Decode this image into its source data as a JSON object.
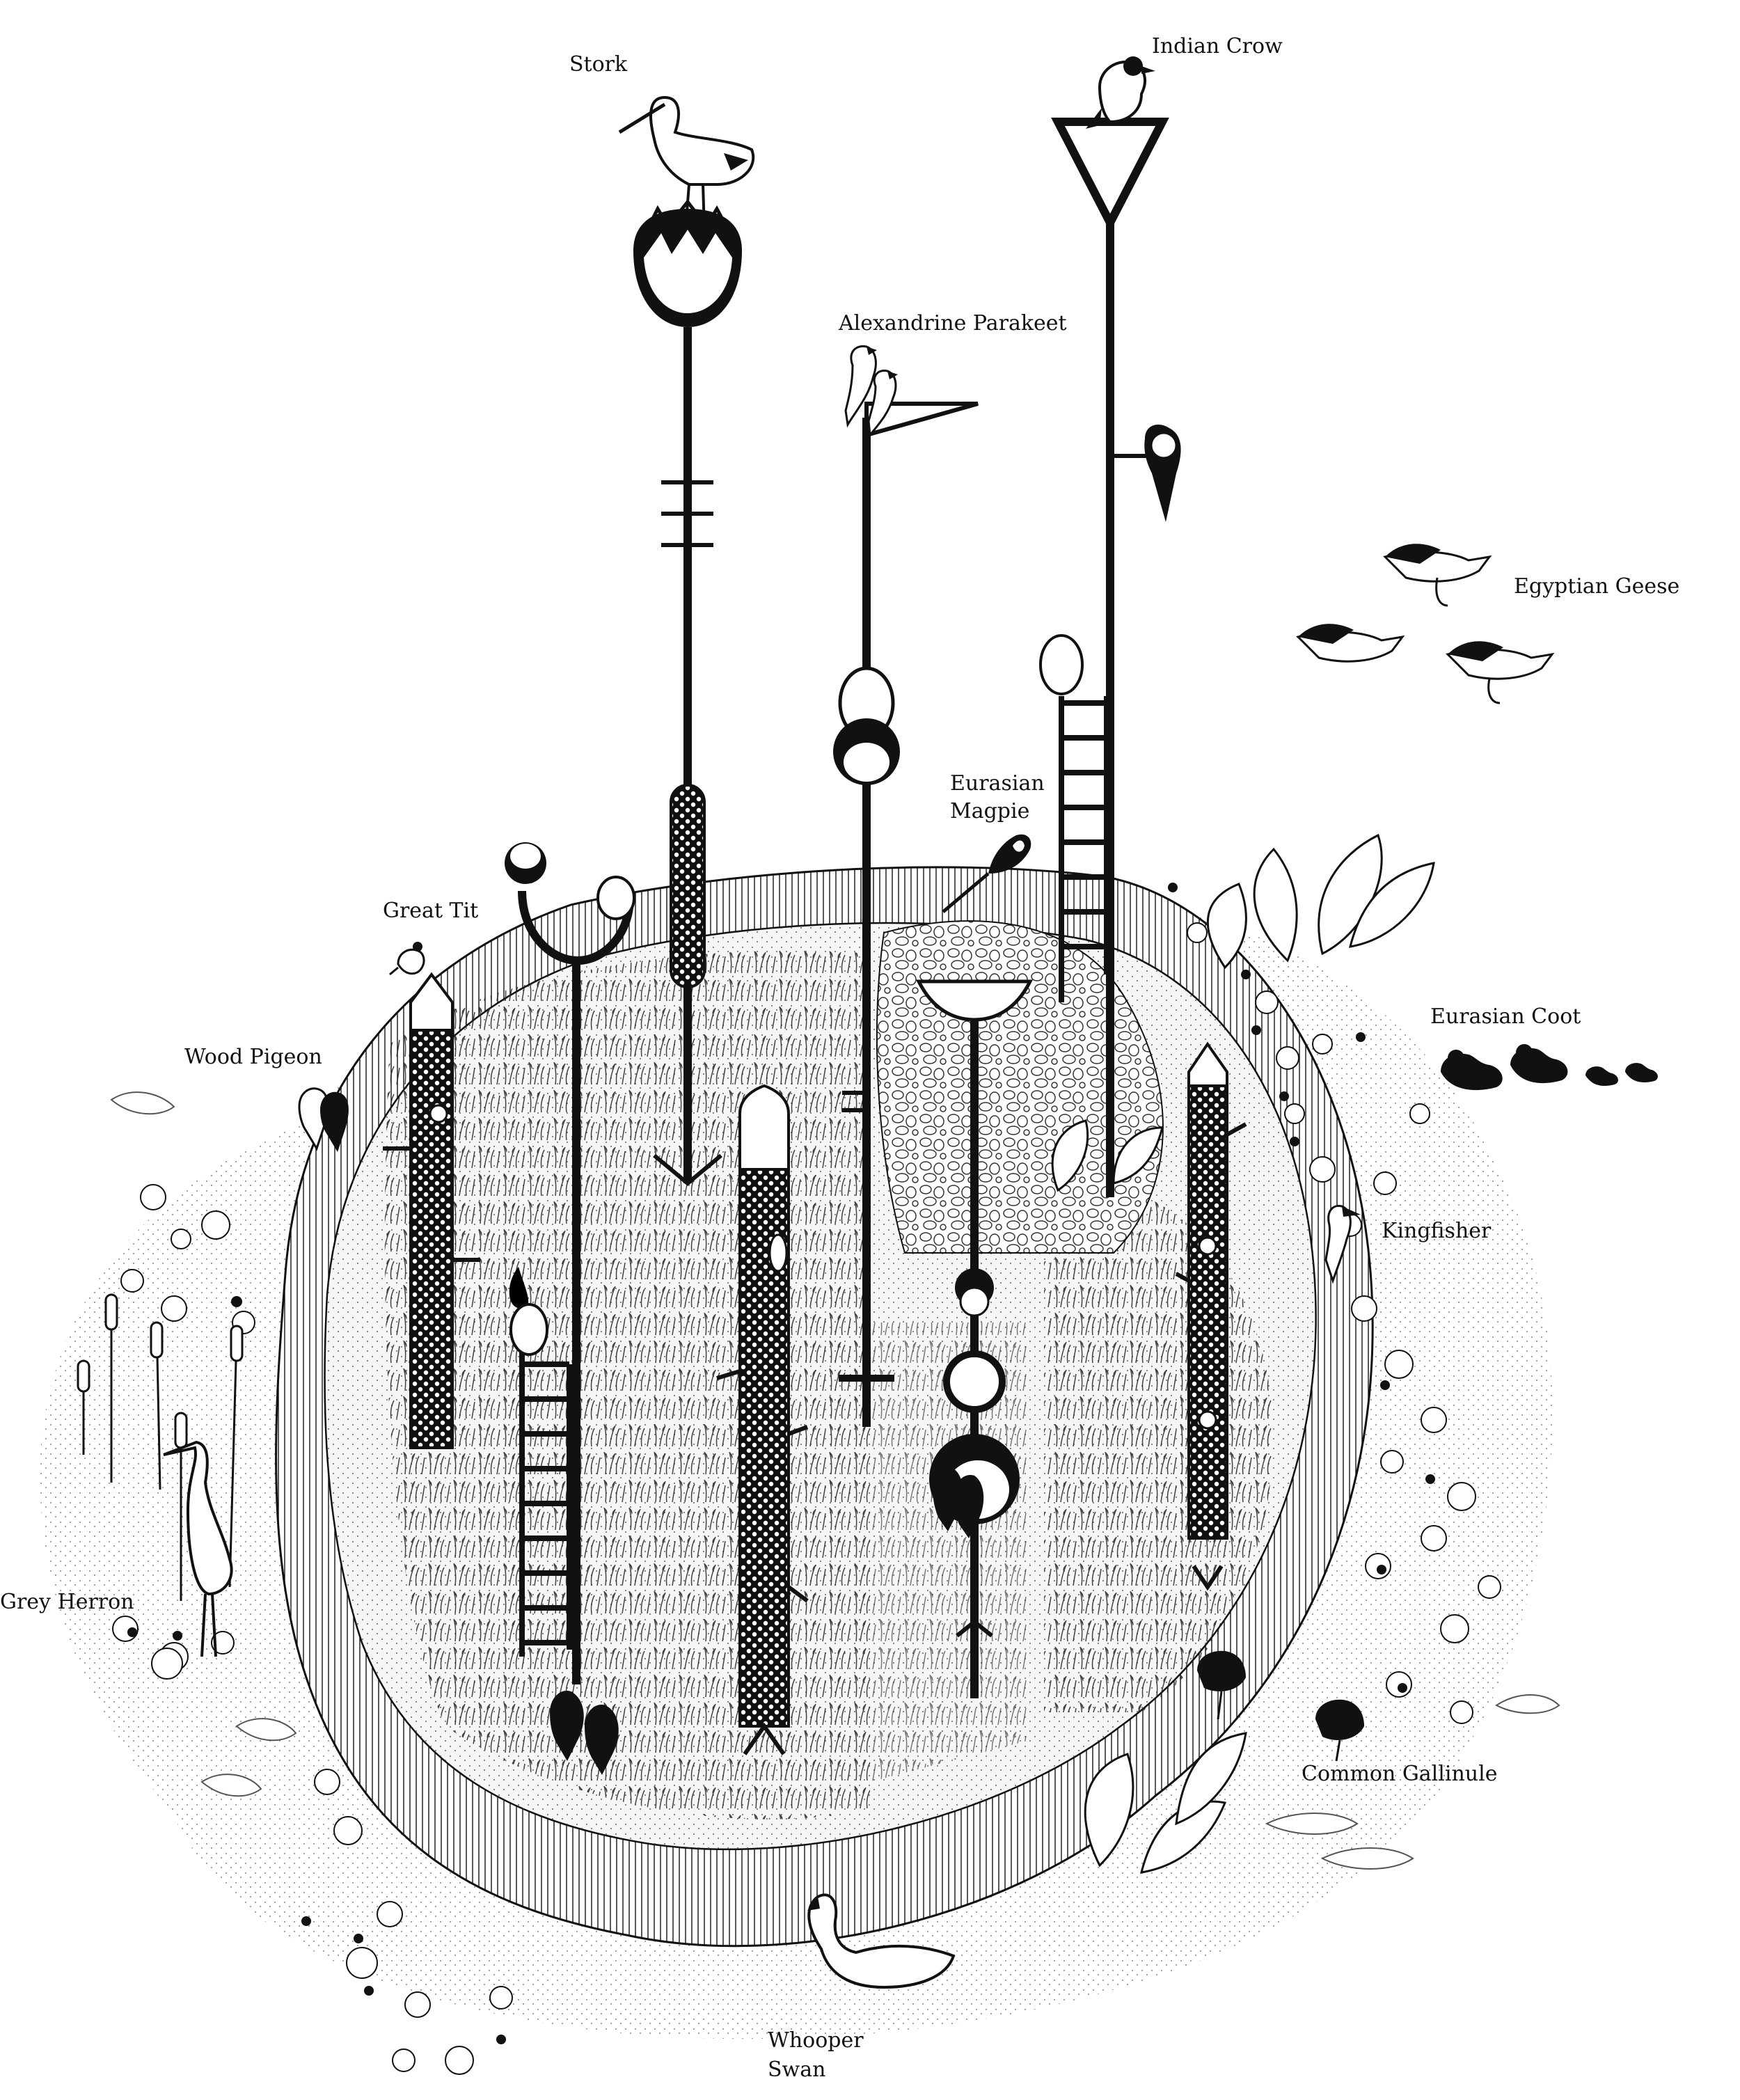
{
  "diagram": {
    "ink_color": "#111111",
    "paper_color": "#ffffff",
    "labels": {
      "stork": "Stork",
      "indian_crow": "Indian Crow",
      "alexandrine_parakeet": "Alexandrine Parakeet",
      "egyptian_geese": "Egyptian Geese",
      "eurasian_magpie_line1": "Eurasian",
      "eurasian_magpie_line2": "Magpie",
      "great_tit": "Great Tit",
      "wood_pigeon": "Wood Pigeon",
      "eurasian_coot": "Eurasian Coot",
      "kingfisher": "Kingfisher",
      "grey_herron": "Grey Herron",
      "common_gallinule": "Common Gallinule",
      "whooper_swan_line1": "Whooper",
      "whooper_swan_line2": "Swan"
    }
  }
}
